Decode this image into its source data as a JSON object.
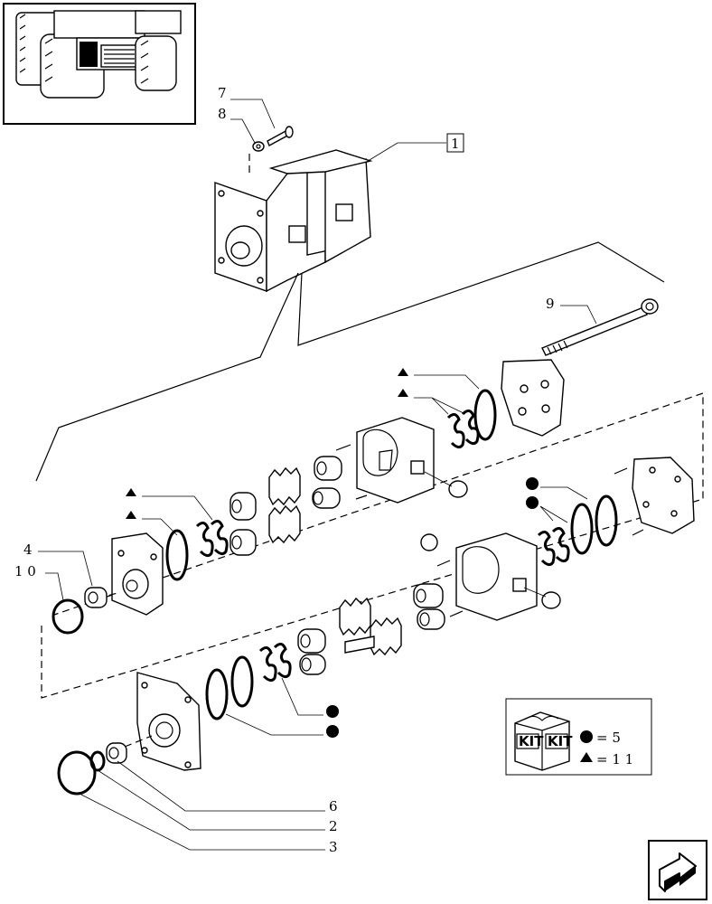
{
  "callouts": {
    "c1": "1",
    "c2": "2",
    "c3": "3",
    "c4": "4",
    "c6": "6",
    "c7": "7",
    "c8": "8",
    "c9": "9",
    "c10": "1 0"
  },
  "kit_legend": {
    "kit_text_left": "KIT",
    "kit_text_right": "KIT",
    "circle_value": "= 5",
    "triangle_value": "= 1 1"
  },
  "icons": {
    "thumbnail": "tractor-thumbnail-icon",
    "kit": "kit-box-icon",
    "nav": "next-page-arrow-icon"
  }
}
